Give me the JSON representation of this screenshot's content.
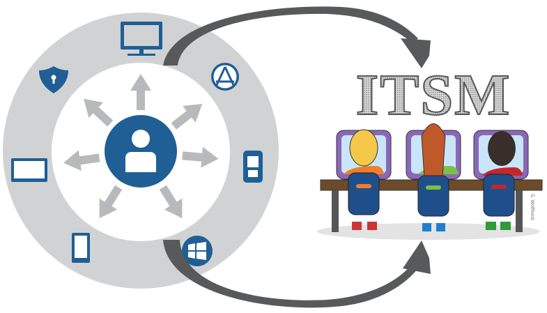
{
  "title": "ITSM",
  "signature": "S. Wolfhorst",
  "colors": {
    "blue": "#1f5f95",
    "ring": "#d1d2d4",
    "arrow": "#b8b9bc",
    "curve": "#58595b"
  },
  "icons": [
    "desktop-monitor",
    "app-store",
    "rugged-phone",
    "windows",
    "smartphone",
    "tablet",
    "security-shield",
    "user"
  ]
}
